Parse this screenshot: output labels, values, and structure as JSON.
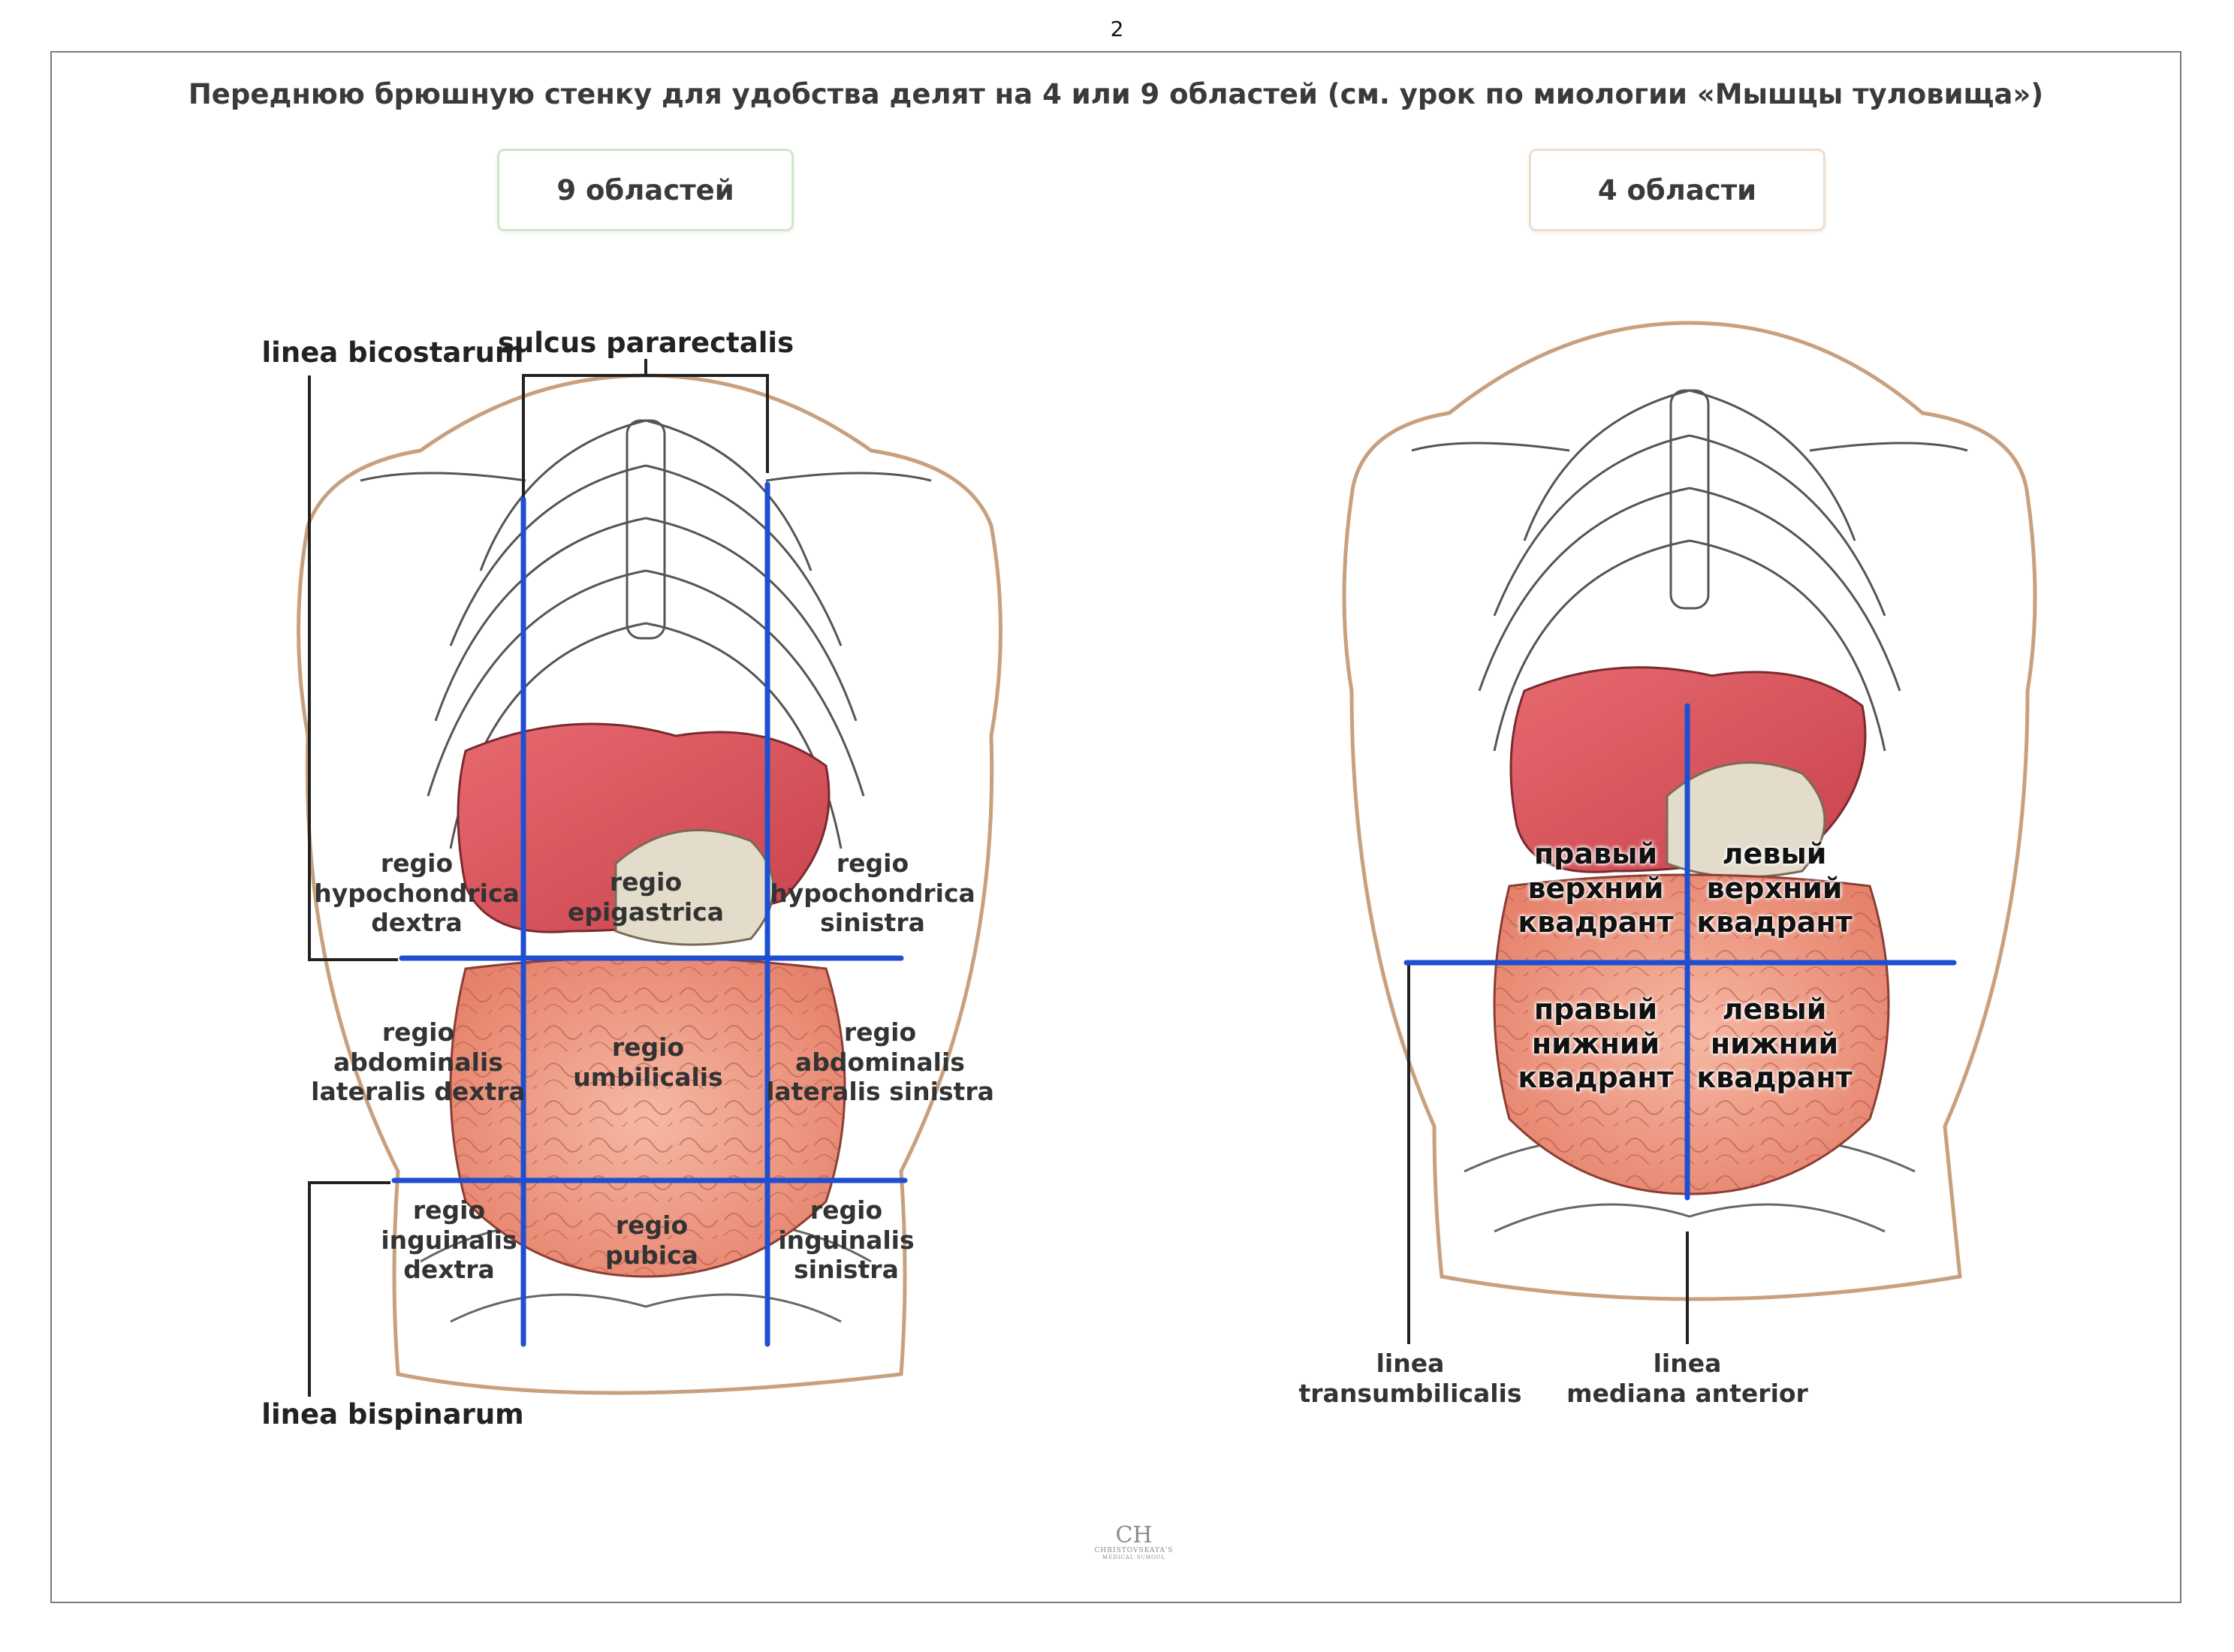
{
  "page_number": "2",
  "heading": "Переднюю брюшную стенку для удобства делят на 4 или 9 областей (см. урок по миологии «Мышцы туловища»)",
  "panels": {
    "nine": {
      "button_label": "9 областей",
      "lines": {
        "bicostarum": "linea bicostarum",
        "pararectalis": "sulcus pararectalis",
        "bispinarum": "linea bispinarum"
      },
      "regions": {
        "hypochondrica_dextra": [
          "regio",
          "hypochondrica",
          "dextra"
        ],
        "epigastrica": [
          "regio",
          "epigastrica"
        ],
        "hypochondrica_sinistra": [
          "regio",
          "hypochondrica",
          "sinistra"
        ],
        "abdominalis_dextra": [
          "regio",
          "abdominalis",
          "lateralis dextra"
        ],
        "umbilicalis": [
          "regio",
          "umbilicalis"
        ],
        "abdominalis_sinistra": [
          "regio",
          "abdominalis",
          "lateralis sinistra"
        ],
        "inguinalis_dextra": [
          "regio",
          "inguinalis",
          "dextra"
        ],
        "pubica": [
          "regio",
          "pubica"
        ],
        "inguinalis_sinistra": [
          "regio",
          "inguinalis",
          "sinistra"
        ]
      }
    },
    "four": {
      "button_label": "4 области",
      "quadrants": {
        "right_upper": [
          "правый",
          "верхний",
          "квадрант"
        ],
        "left_upper": [
          "левый",
          "верхний",
          "квадрант"
        ],
        "right_lower": [
          "правый",
          "нижний",
          "квадрант"
        ],
        "left_lower": [
          "левый",
          "нижний",
          "квадрант"
        ]
      },
      "lines": {
        "transumbilicalis": [
          "linea",
          "transumbilicalis"
        ],
        "mediana": [
          "linea",
          "mediana anterior"
        ]
      }
    }
  },
  "logo": {
    "monogram": "CH",
    "name": "CHRISTOVSKAYA'S",
    "sub": "MEDICAL SCHOOL"
  },
  "colors": {
    "division_line": "#1f4fd1",
    "body_outline": "#c9a07e",
    "liver": "#d9585f",
    "intestine": "#eea08a",
    "stomach": "#e3dccb"
  }
}
